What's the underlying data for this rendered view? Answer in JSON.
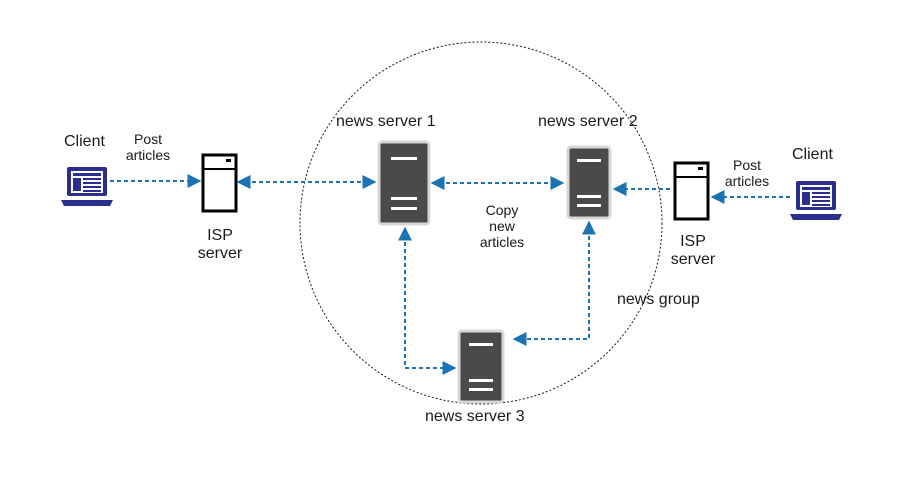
{
  "colors": {
    "arrow": "#1b73b3",
    "server_dark": "#4a4a4a",
    "laptop": "#2b2e8c",
    "boundary": "#1a1a1a"
  },
  "icons": {
    "client_left": "laptop-icon",
    "client_right": "laptop-icon",
    "isp_left": "server-tower-icon",
    "isp_right": "server-tower-icon",
    "news_servers": "server-rack-icon"
  },
  "labels": {
    "client_left": "Client",
    "client_right": "Client",
    "post_left": [
      "Post",
      "articles"
    ],
    "post_right": [
      "Post",
      "articles"
    ],
    "isp_left": [
      "ISP",
      "server"
    ],
    "isp_right": [
      "ISP",
      "server"
    ],
    "news_server_1": "news server 1",
    "news_server_2": "news server 2",
    "news_server_3": "news server 3",
    "copy": [
      "Copy",
      "new",
      "articles"
    ],
    "news_group": "news group"
  }
}
